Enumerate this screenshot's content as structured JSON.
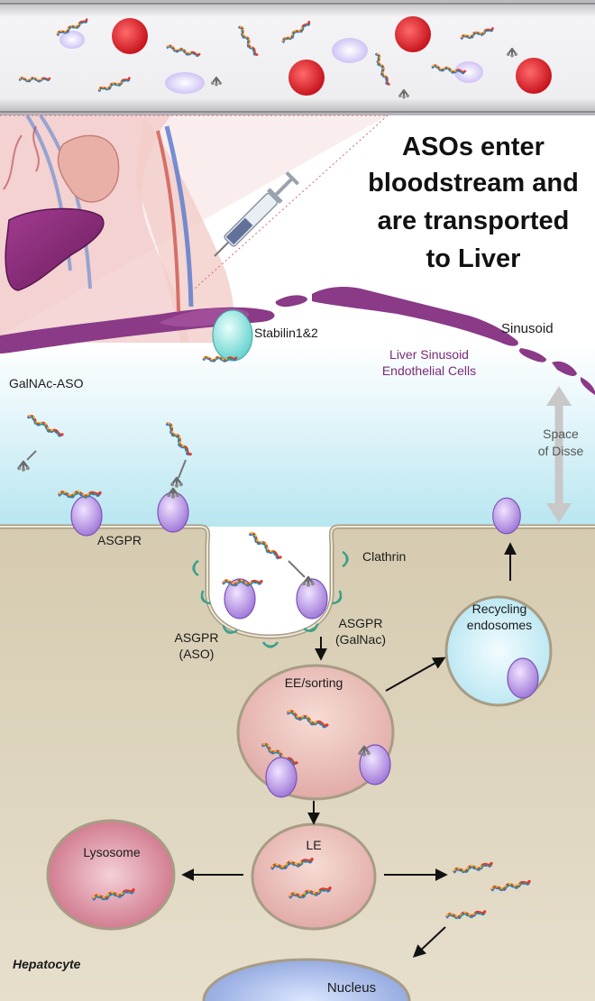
{
  "title_lines": [
    "ASOs enter",
    "bloodstream and",
    "are transported",
    "to Liver"
  ],
  "labels": {
    "sinusoid": "Sinusoid",
    "stabilin": "Stabilin1&2",
    "lsec_line1": "Liver Sinusoid",
    "lsec_line2": "Endothelial Cells",
    "galnac_aso": "GalNAc-ASO",
    "space_line1": "Space",
    "space_line2": "of Disse",
    "asgpr": "ASGPR",
    "clathrin": "Clathrin",
    "asgpr_aso_line1": "ASGPR",
    "asgpr_aso_line2": "(ASO)",
    "asgpr_galnac_line1": "ASGPR",
    "asgpr_galnac_line2": "(GalNac)",
    "recycling_line1": "Recycling",
    "recycling_line2": "endosomes",
    "ee_sorting": "EE/sorting",
    "le": "LE",
    "lysosome": "Lysosome",
    "hepatocyte": "Hepatocyte",
    "nucleus": "Nucleus"
  },
  "colors": {
    "vessel": "#e2e2e6",
    "rbc": "#d9202a",
    "endothelium": "#8a3a86",
    "disse": "#c6ecf4",
    "hepatocyte": "#dad0b8",
    "receptor": "#b890e0",
    "ee": "#e8b8b0",
    "lysosome": "#d88a9a",
    "recycling": "#cfeff6",
    "nucleus": "#8ea6dc",
    "liver": "#8a2a78"
  }
}
